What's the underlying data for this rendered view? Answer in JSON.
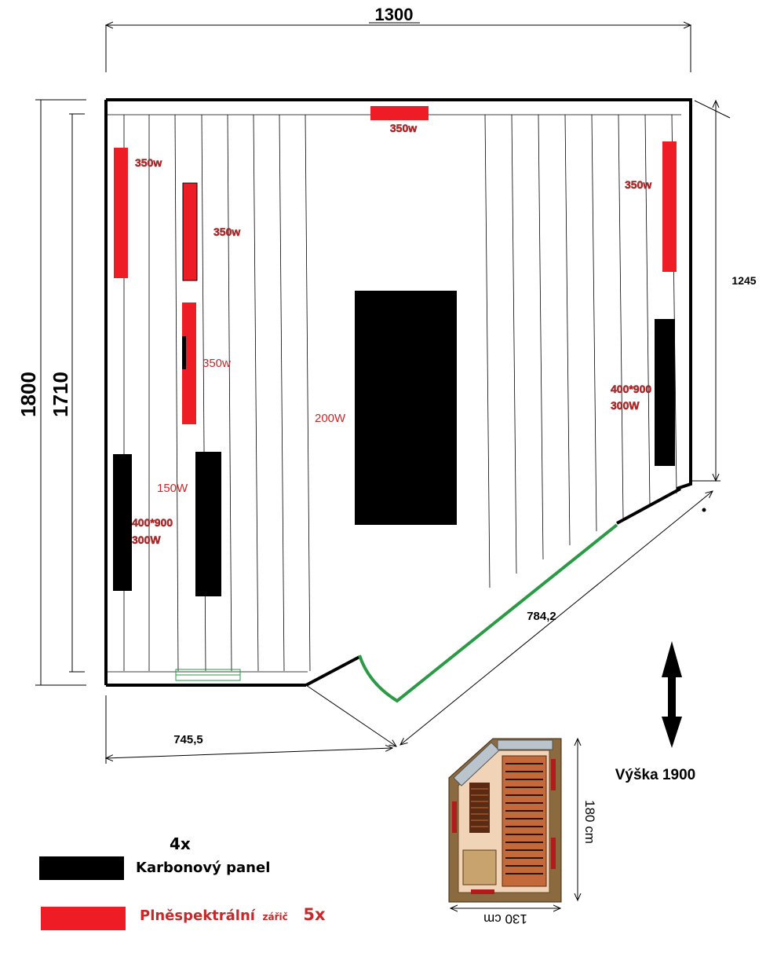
{
  "dimensions": {
    "width_top": "1300",
    "outer_height": "1800",
    "inner_height": "1710",
    "right_side": "1245",
    "diagonal": "784,2",
    "bottom_left": "745,5"
  },
  "heaters": {
    "top_center": "350w",
    "left_top": "350w",
    "left_mid_upper": "350w",
    "left_mid": "350w",
    "right_top": "350w",
    "center": "200W",
    "left_small": "150W",
    "left_panel_line1": "400*900",
    "left_panel_line2": "300W",
    "right_panel_line1": "400*900",
    "right_panel_line2": "300W"
  },
  "height_label": "Výška 1900",
  "legend": {
    "carbon_count": "4x",
    "carbon_label": "Karbonový panel",
    "spectral_label": "Plněspektrální",
    "spectral_small": "zářič",
    "spectral_count": "5x"
  },
  "thumbnail": {
    "depth_label": "180 cm",
    "width_label": "130 cm"
  },
  "colors": {
    "carbon": "#000000",
    "spectral": "#ee1c24",
    "door": "#2a9a45",
    "label_red": "#c8282a"
  }
}
